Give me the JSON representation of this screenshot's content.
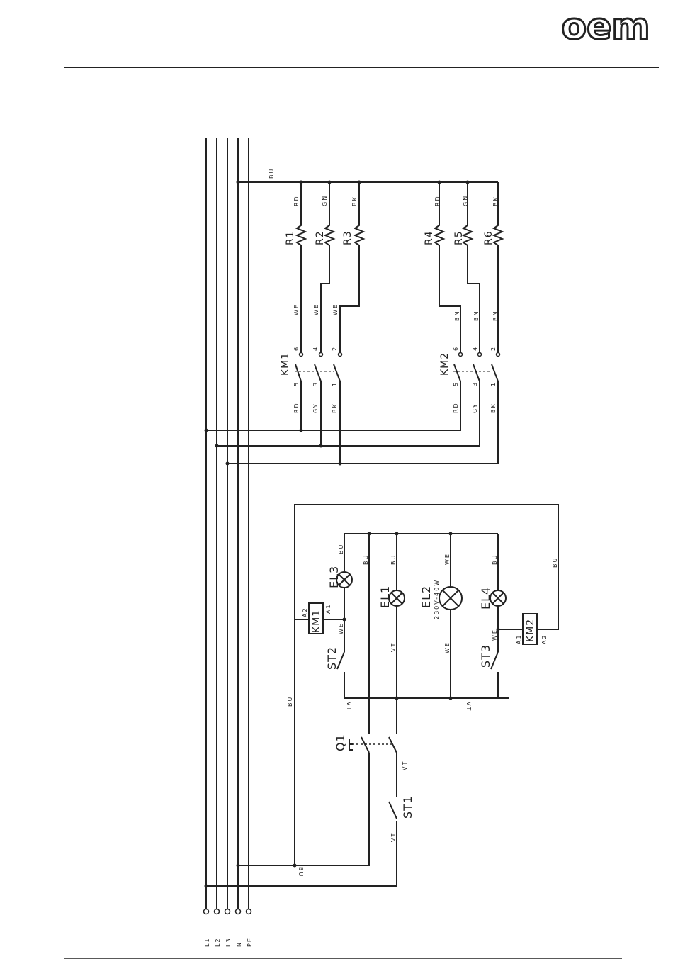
{
  "logo": {
    "text": "oem"
  },
  "terminals": [
    "L1",
    "L2",
    "L3",
    "N",
    "PE"
  ],
  "heaters": {
    "bus_color": "BU",
    "group1": [
      {
        "id": "R1",
        "top": "RD",
        "bottom": "WE"
      },
      {
        "id": "R2",
        "top": "GN",
        "bottom": "WE"
      },
      {
        "id": "R3",
        "top": "BK",
        "bottom": "WE"
      }
    ],
    "group2": [
      {
        "id": "R4",
        "top": "RD",
        "bottom": "BN"
      },
      {
        "id": "R5",
        "top": "GN",
        "bottom": "BN"
      },
      {
        "id": "R6",
        "top": "BK",
        "bottom": "BN"
      }
    ]
  },
  "contactors": {
    "km1": {
      "label": "KM1",
      "top_pins": [
        "6",
        "4",
        "2"
      ],
      "bottom_pins": [
        "5",
        "3",
        "1"
      ],
      "wires": [
        "RD",
        "GY",
        "BK"
      ]
    },
    "km2": {
      "label": "KM2",
      "top_pins": [
        "6",
        "4",
        "2"
      ],
      "bottom_pins": [
        "5",
        "3",
        "1"
      ],
      "wires": [
        "RD",
        "GY",
        "BK"
      ]
    }
  },
  "control": {
    "el3": "EL3",
    "el1": "EL1",
    "el2": "EL2",
    "el2_rating": "230V-40W",
    "el4": "EL4",
    "st2": "ST2",
    "st3": "ST3",
    "st1": "ST1",
    "q1": "Q1",
    "km1_coil": "KM1",
    "km2_coil": "KM2",
    "a1": "A1",
    "a2": "A2",
    "bu": "BU",
    "we": "WE",
    "vt": "VT"
  }
}
